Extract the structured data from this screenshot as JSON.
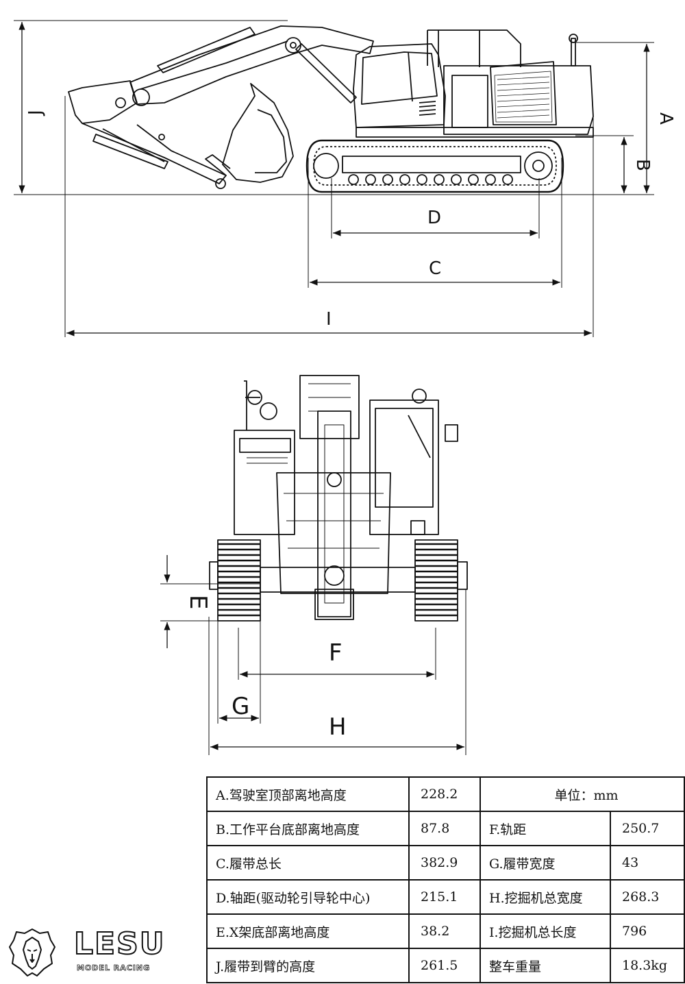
{
  "dims": {
    "A": "A",
    "B": "B",
    "C": "C",
    "D": "D",
    "I": "I",
    "J": "J",
    "E": "E",
    "F": "F",
    "G": "G",
    "H": "H"
  },
  "spec_table": {
    "unit_label": "单位：mm",
    "rows": [
      {
        "label_a": "A.驾驶室顶部离地高度",
        "value_a": "228.2"
      },
      {
        "label_a": "B.工作平台底部离地高度",
        "value_a": "87.8",
        "label_b": "F.轨距",
        "value_b": "250.7"
      },
      {
        "label_a": "C.履带总长",
        "value_a": "382.9",
        "label_b": "G.履带宽度",
        "value_b": "43"
      },
      {
        "label_a": "D.轴距(驱动轮引导轮中心)",
        "value_a": "215.1",
        "label_b": "H.挖掘机总宽度",
        "value_b": "268.3"
      },
      {
        "label_a": "E.X架底部离地高度",
        "value_a": "38.2",
        "label_b": "I.挖掘机总长度",
        "value_b": "796"
      },
      {
        "label_a": "J.履带到臂的高度",
        "value_a": "261.5",
        "label_b": "整车重量",
        "value_b": "18.3kg"
      }
    ]
  },
  "logo": {
    "brand": "LESU",
    "tagline": "MODEL RACING"
  }
}
